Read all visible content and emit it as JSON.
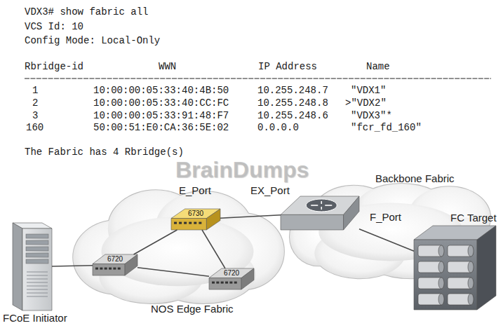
{
  "diagram": {
    "nodes": [
      {
        "text": [
          "NOS Edge Fabric"
        ]
      },
      {
        "text": [
          "6730"
        ],
        "in": 0
      },
      {
        "text": [
          "6720"
        ],
        "in": 0
      },
      {
        "text": [
          "6720"
        ],
        "in": 0
      },
      {
        "text": [
          "Backbone Fabric"
        ]
      },
      {
        "text": [
          "EX_Port"
        ],
        "in": 4
      },
      {
        "text": [
          "FC Target"
        ]
      },
      {
        "text": [
          "FCoE Initiator"
        ]
      }
    ],
    "edges": [
      {
        "from": 7,
        "to": 2,
        "arrow": "none"
      },
      {
        "from": 1,
        "to": 2,
        "arrow": "none"
      },
      {
        "from": 1,
        "to": 3,
        "arrow": "none"
      },
      {
        "from": 2,
        "to": 3,
        "arrow": "none"
      },
      {
        "from": 1,
        "to": 5,
        "label": "E_Port",
        "arrow": "none"
      },
      {
        "from": 5,
        "to": 6,
        "label": "F_Port",
        "arrow": "none"
      }
    ],
    "labels": [
      "VDX3# show fabric all",
      "VCS Id: 10",
      "Config Mode: Local-Only",
      "Rbridge-id",
      "WWN",
      "IP Address",
      "Name",
      "1",
      "10:00:00:05:33:40:4B:50",
      "10.255.248.7",
      "\"VDX1\"",
      "2",
      "10:00:00:05:33:40:CC:FC",
      "10.255.248.8",
      ">\"VDX2\"",
      "3",
      "10:00:00:05:33:91:48:F7",
      "10.255.248.6",
      "\"VDX3\"*",
      "160",
      "50:00:51:E0:CA:36:5E:02",
      "0.0.0.0",
      "\"fcr_fd_160\"",
      "The Fabric has 4 Rbridge(s)",
      "BrainDumps"
    ]
  }
}
